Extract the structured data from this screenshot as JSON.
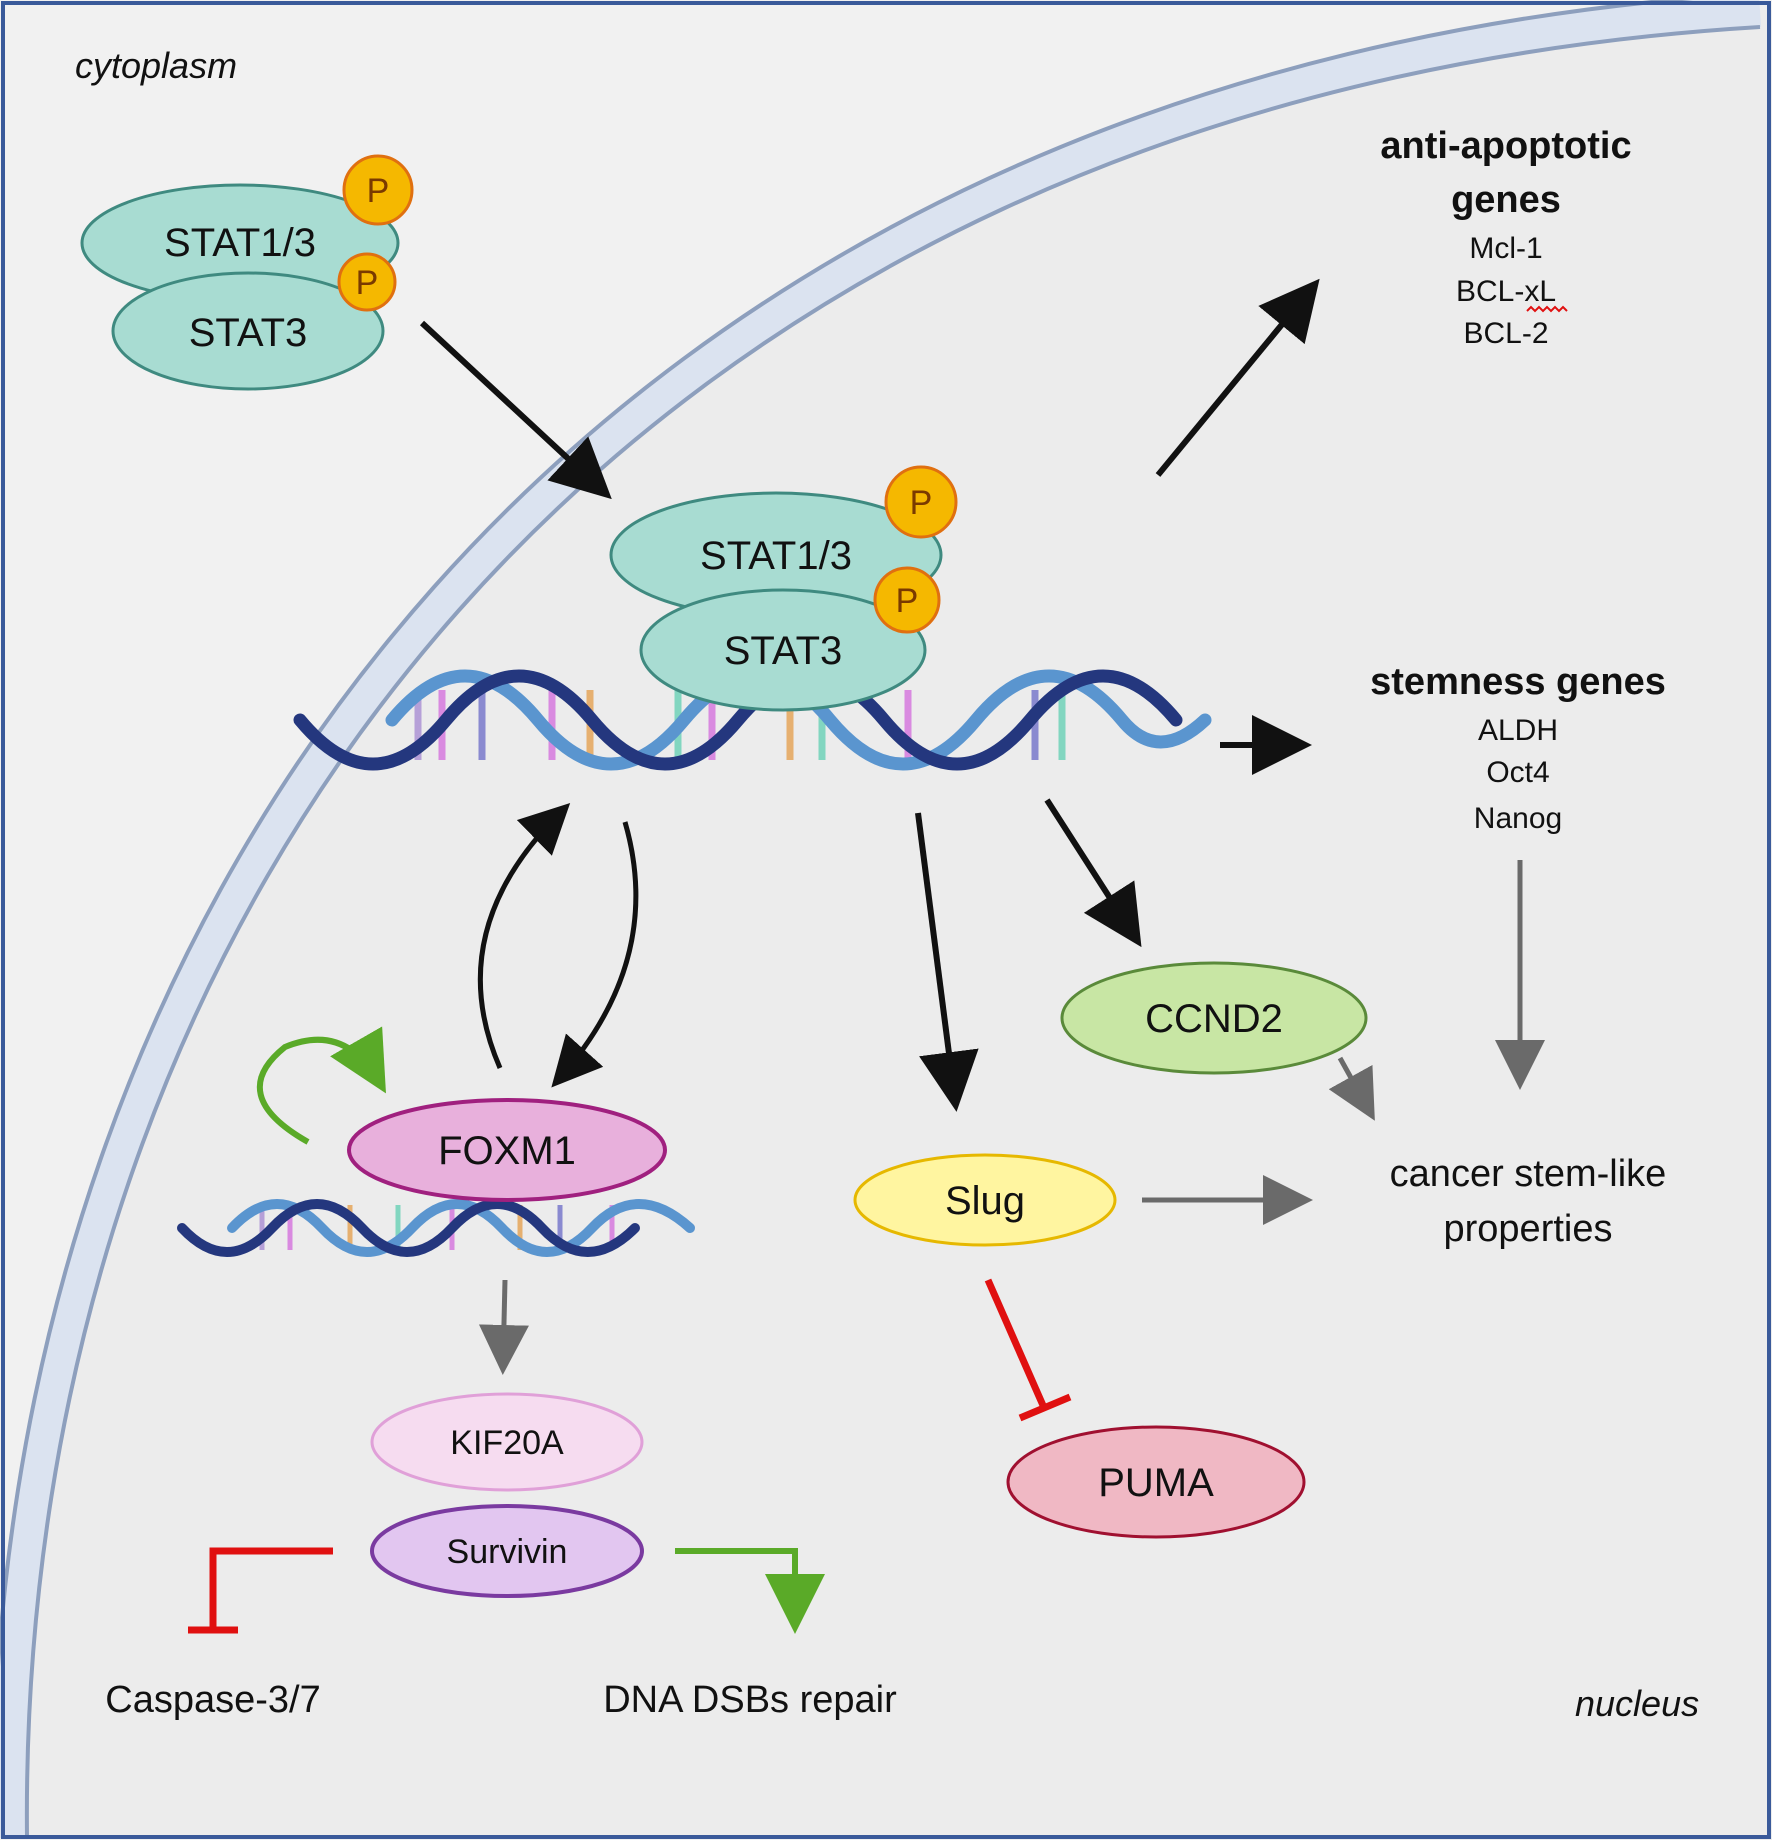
{
  "compartments": {
    "cytoplasm": "cytoplasm",
    "nucleus": "nucleus"
  },
  "phospho_label": "P",
  "cyto_complex": {
    "top": "STAT1/3",
    "bottom": "STAT3"
  },
  "nuclear_complex": {
    "top": "STAT1/3",
    "bottom": "STAT3"
  },
  "anti_apoptotic": {
    "title_line1": "anti-apoptotic",
    "title_line2": "genes",
    "genes": [
      "Mcl-1",
      "BCL-xL",
      "BCL-2"
    ]
  },
  "stemness": {
    "title": "stemness genes",
    "genes": [
      "ALDH",
      "Oct4",
      "Nanog"
    ]
  },
  "nodes": {
    "foxm1": "FOXM1",
    "ccnd2": "CCND2",
    "slug": "Slug",
    "kif20a": "KIF20A",
    "survivin": "Survivin",
    "puma": "PUMA"
  },
  "outcomes": {
    "csc_line1": "cancer stem-like",
    "csc_line2": "properties",
    "caspase": "Caspase-3/7",
    "dsb_repair": "DNA DSBs repair"
  },
  "colors": {
    "stat": "#a8dcd2",
    "phospho": "#f5b800",
    "foxm1": "#e8b0dc",
    "ccnd2": "#c8e6a4",
    "slug": "#fff5a0",
    "kif20a": "#f6dcf0",
    "survivin": "#e2c6f0",
    "puma": "#f0b8c4",
    "activation": "#111111",
    "weak_activation": "#6a6a6a",
    "inhibition": "#e01010",
    "green_arrow": "#5aaa28"
  }
}
